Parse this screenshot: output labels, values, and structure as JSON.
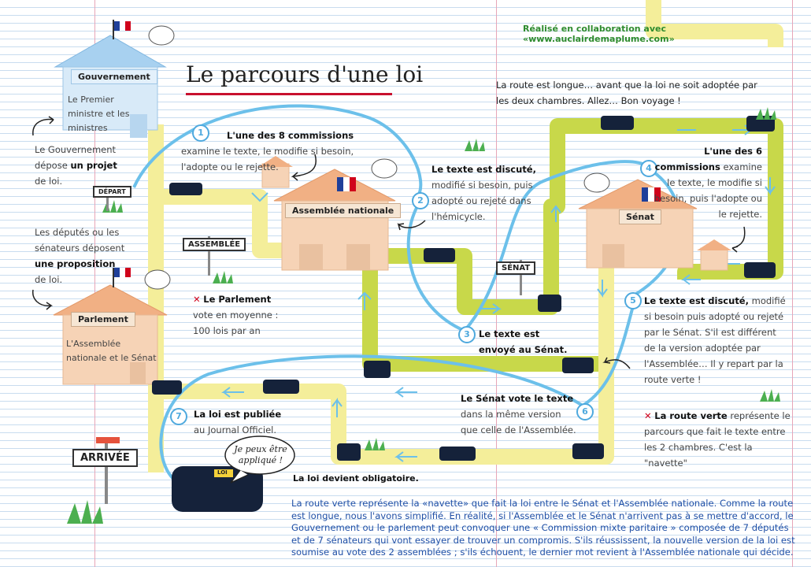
{
  "credit": "Réalisé en collaboration avec «www.auclairdemaplume.com»",
  "title": "Le parcours d'une loi",
  "houses": {
    "gouvernement": {
      "label": "Gouvernement",
      "text": "Le Premier ministre et les ministres"
    },
    "parlement": {
      "label": "Parlement",
      "text": "L'Assemblée nationale et le Sénat"
    },
    "assemblee": {
      "label": "Assemblée nationale"
    },
    "senat": {
      "label": "Sénat"
    }
  },
  "signs": {
    "depart": "DÉPART",
    "assemblee": "ASSEMBLÉE",
    "senat": "SÉNAT",
    "arrivee": "ARRIVÉE",
    "loi": "LOI"
  },
  "text": {
    "gov_pre": "Le Gouvernement dépose",
    "gov_bold": "un projet",
    "gov_post": "de loi.",
    "deputes_pre": "Les députés ou les sénateurs déposent",
    "deputes_bold": "une proposition",
    "deputes_post": "de loi.",
    "parlement_bold": "Le Parlement",
    "parlement_rest": "vote en moyenne : 100 lois par an",
    "top_right": "La route est longue… avant que la loi ne soit adoptée par les deux chambres. Allez… Bon voyage !",
    "step1_bold": "L'une des 8 commissions",
    "step1_rest": "examine le texte, le modifie si besoin, l'adopte ou le rejette.",
    "step2_bold": "Le texte est discuté,",
    "step2_rest": "modifié si besoin, puis adopté ou rejeté dans l'hémicycle.",
    "step3": "Le texte est envoyé au Sénat.",
    "step4_bold": "L'une des 6 commissions",
    "step4_rest": "examine le texte, le modifie si besoin, puis l'adopte ou le rejette.",
    "step5_bold": "Le texte est discuté,",
    "step5_rest": "modifié si besoin puis adopté ou rejeté par le Sénat. S'il est différent de la version adoptée par l'Assemblée… Il y repart par la route verte !",
    "step6_bold": "Le Sénat vote le texte",
    "step6_rest": "dans la même version que celle de l'Assemblée.",
    "step7_bold": "La loi est publiée",
    "step7_rest": "au Journal Officiel.",
    "route_verte_bold": "La route verte",
    "route_verte_rest": "représente le parcours que fait le texte entre les 2 chambres. C'est la \"navette\"",
    "obligatoire": "La loi devient obligatoire.",
    "bubble": "Je peux être appliqué !",
    "bottom_note": "La route verte représente la «navette» que fait la loi entre le Sénat et l'Assemblée nationale. Comme la route est longue, nous l'avons simplifié. En réalité, si l'Assemblée et le Sénat n'arrivent pas à se mettre d'accord, le Gouvernement ou le parlement peut convoquer une « Commission mixte paritaire » composée de 7 députés et de 7 sénateurs qui vont essayer de trouver un compromis. S'ils réussissent, la nouvelle version de la loi est soumise au vote des 2 assemblées ; s'ils échouent, le dernier mot revient à l'Assemblée nationale qui décide."
  },
  "steps": [
    "1",
    "2",
    "3",
    "4",
    "5",
    "6",
    "7"
  ],
  "colors": {
    "yellow_road": "#f4ee9a",
    "green_road": "#c8d84a",
    "blue_path": "#6cc0ea",
    "house": "#f6d3b6",
    "roof_gov": "#a8d1f0",
    "roof_house": "#f1b084",
    "car": "#15223a"
  }
}
